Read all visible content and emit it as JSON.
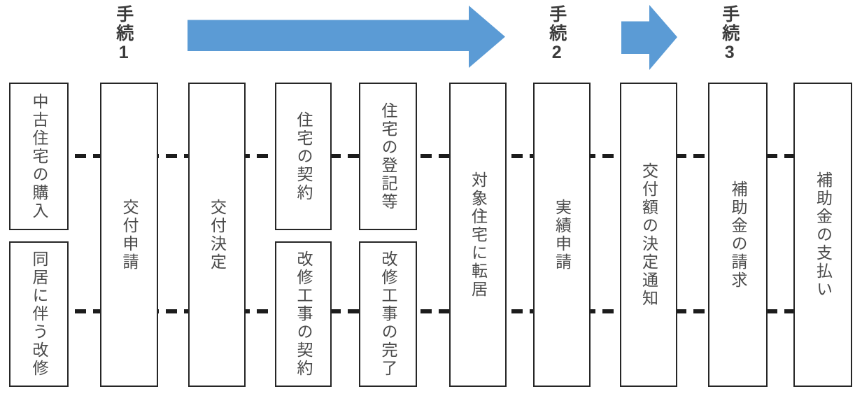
{
  "header": {
    "procedures": [
      "手続1",
      "手続2",
      "手続3"
    ],
    "icons": [
      "arrow-right-large",
      "arrow-right-small"
    ]
  },
  "flow": {
    "columns": [
      {
        "type": "double",
        "top": "中古住宅の購入",
        "bottom": "同居に伴う改修"
      },
      {
        "type": "single",
        "text": "交付申請"
      },
      {
        "type": "single",
        "text": "交付決定"
      },
      {
        "type": "double",
        "top": "住宅の契約",
        "bottom": "改修工事の契約"
      },
      {
        "type": "double",
        "top": "住宅の登記等",
        "bottom": "改修工事の完了"
      },
      {
        "type": "single",
        "text": "対象住宅に転居"
      },
      {
        "type": "single",
        "text": "実績申請"
      },
      {
        "type": "single",
        "text": "交付額の決定通知"
      },
      {
        "type": "single",
        "text": "補助金の請求"
      },
      {
        "type": "single",
        "text": "補助金の支払い"
      }
    ]
  },
  "colors": {
    "arrow": "#5b9bd5",
    "box_border": "#262626",
    "text": "#4a4a4a",
    "dash_line": "#1c1c1c"
  }
}
